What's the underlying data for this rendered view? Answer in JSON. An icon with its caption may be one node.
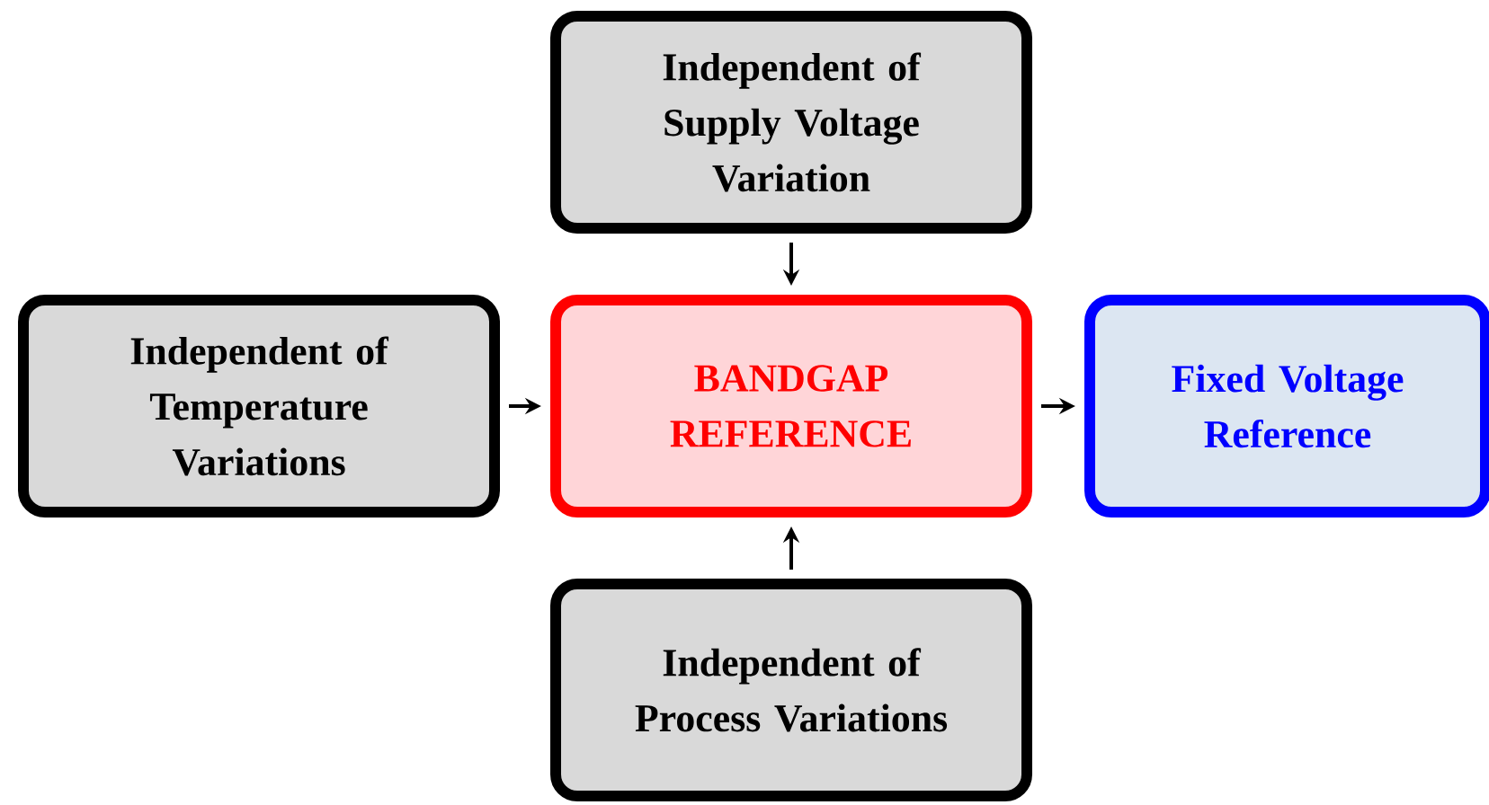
{
  "diagram": {
    "nodes": [
      {
        "text": [
          "Independent of Supply Voltage Variation"
        ]
      },
      {
        "text": [
          "Independent of Temperature Variations"
        ]
      },
      {
        "text": [
          "BANDGAP REFERENCE"
        ]
      },
      {
        "text": [
          "Fixed Voltage Reference"
        ]
      },
      {
        "text": [
          "Independent of Process Variations"
        ]
      }
    ],
    "edges": [
      {
        "from": 0,
        "to": 2,
        "arrow": "to"
      },
      {
        "from": 1,
        "to": 2,
        "arrow": "to"
      },
      {
        "from": 2,
        "to": 3,
        "arrow": "to"
      },
      {
        "from": 4,
        "to": 2,
        "arrow": "to"
      }
    ]
  }
}
